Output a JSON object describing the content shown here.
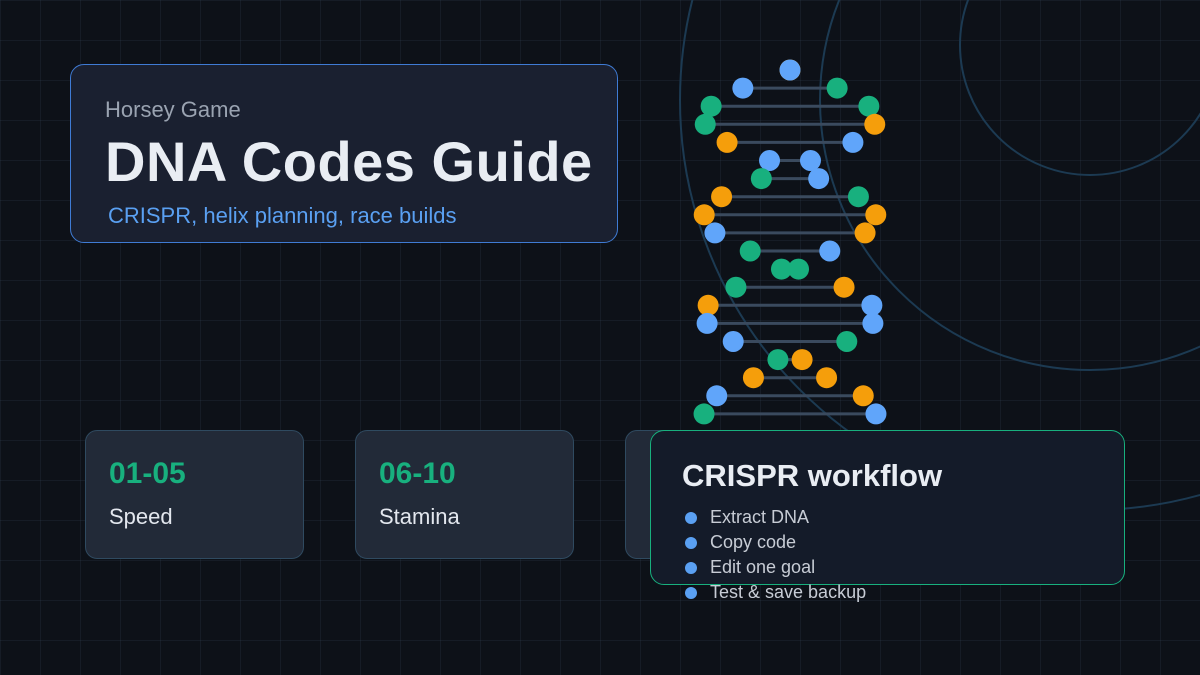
{
  "header": {
    "kicker": "Horsey Game",
    "title": "DNA Codes Guide",
    "subtitle": "CRISPR, helix planning, race builds"
  },
  "code_cards": [
    {
      "range": "01-05",
      "label": "Speed"
    },
    {
      "range": "06-10",
      "label": "Stamina"
    },
    {
      "range": "",
      "label": ""
    }
  ],
  "workflow": {
    "title": "CRISPR workflow",
    "steps": [
      "Extract DNA",
      "Copy code",
      "Edit one goal",
      "Test & save backup"
    ]
  },
  "colors": {
    "accent_blue": "#5aa0f2",
    "accent_green": "#18b07e",
    "accent_orange": "#f59e0b",
    "title_border": "#3f7bd4"
  },
  "helix_icon": "dna-helix-icon"
}
